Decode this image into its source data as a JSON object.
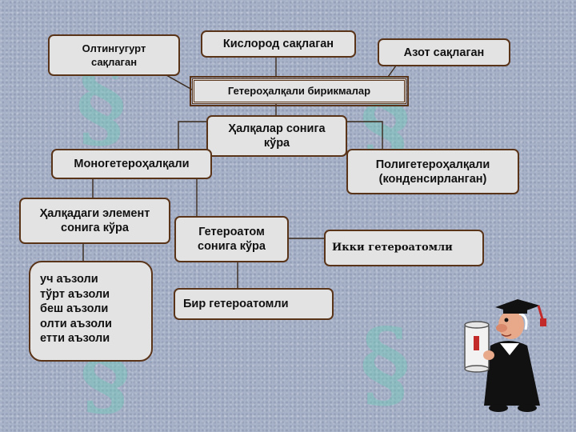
{
  "diagram": {
    "root": "Гетероҳалқали бирикмалар",
    "oxygen": "Кислород сақлаган",
    "sulfur": "Олтингугурт сақлаган",
    "nitrogen": "Азот сақлаган",
    "by_rings": "Ҳалқалар сонига кўра",
    "mono": "Моногетероҳалқали",
    "poly": "Полигетероҳалқали (конденсирланган)",
    "by_elements": "Ҳалқадаги элемент сонига кўра",
    "by_heteroatoms": "Гетероатом сонига кўра",
    "two_heteroatoms": "Икки гетероатомли",
    "one_heteroatom": "Бир гетероатомли",
    "ring_sizes": [
      "уч аъзоли",
      "тўрт аъзоли",
      "беш аъзоли",
      "олти аъзоли",
      "етти аъзоли"
    ]
  },
  "colors": {
    "box_fill": "#e3e3e3",
    "box_border": "#5a3418",
    "background": "#a7b2c8"
  },
  "decorations": [
    "professor-illustration",
    "watermark-pattern"
  ]
}
